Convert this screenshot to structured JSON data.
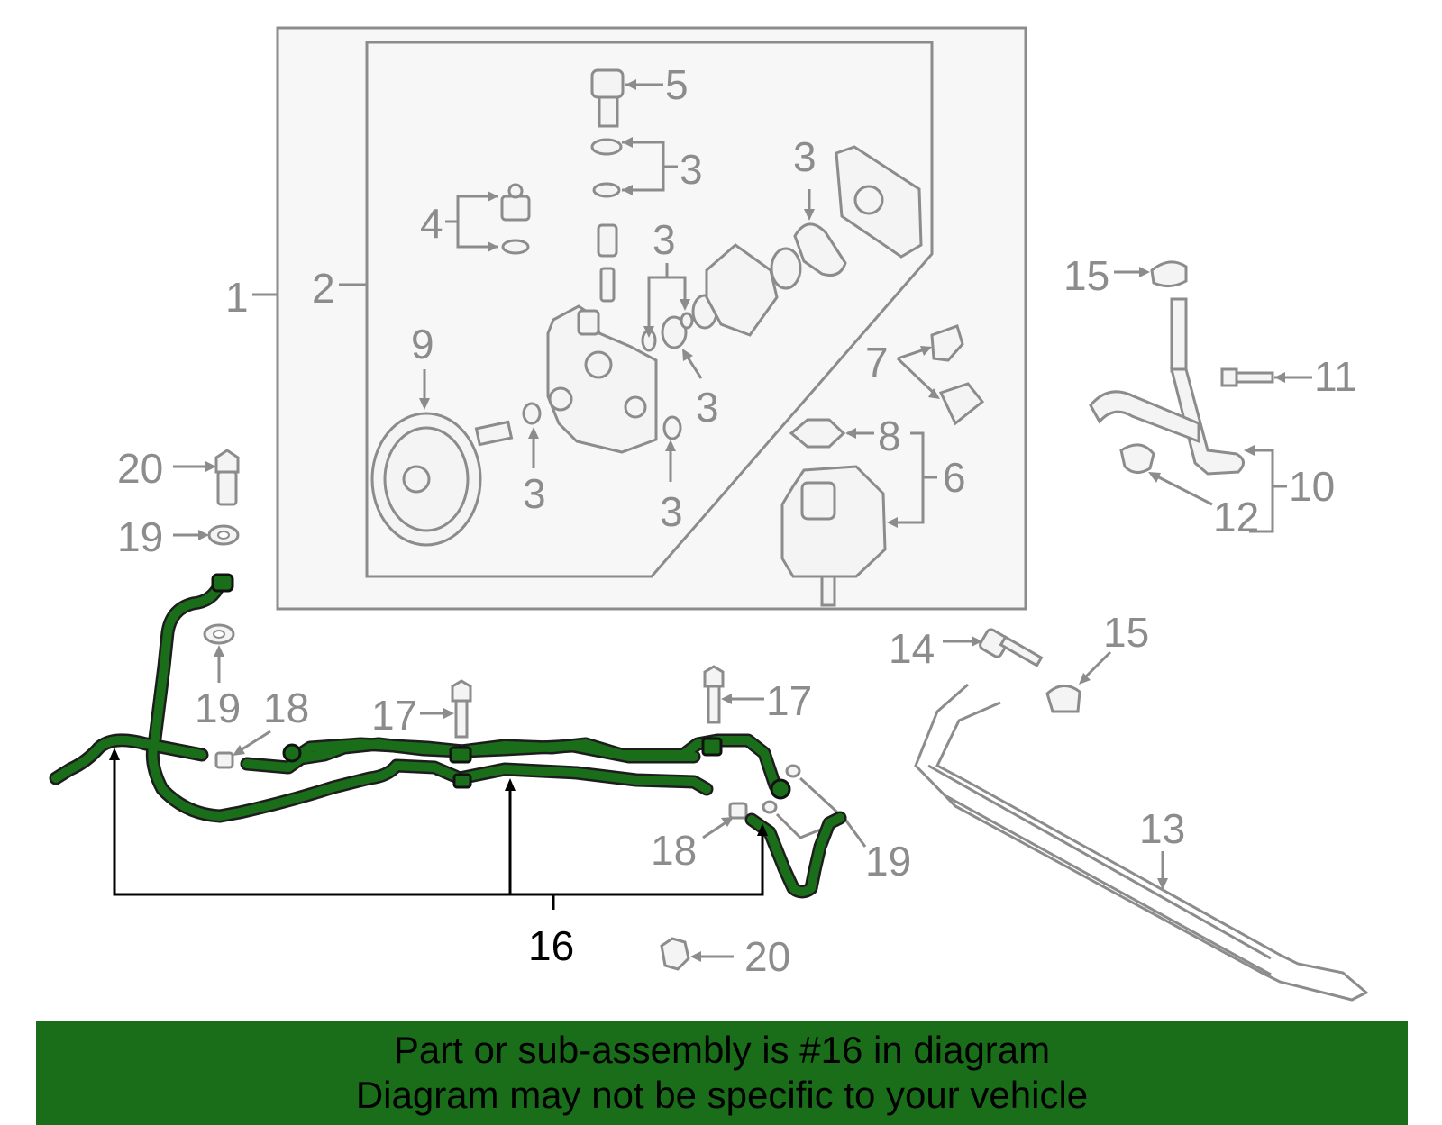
{
  "colors": {
    "line_art": "#8c8c8c",
    "highlight": "#1a6e1a",
    "highlight_outline": "#111111",
    "banner_background": "#1a6e1a",
    "banner_text": "#000000",
    "assembly_box_fill": "#f7f7f7"
  },
  "callouts": {
    "c1": "1",
    "c2": "2",
    "c3": "3",
    "c4": "4",
    "c5": "5",
    "c6": "6",
    "c7": "7",
    "c8": "8",
    "c9": "9",
    "c10": "10",
    "c11": "11",
    "c12": "12",
    "c13": "13",
    "c14": "14",
    "c15": "15",
    "c16": "16",
    "c17": "17",
    "c18": "18",
    "c19": "19",
    "c20": "20"
  },
  "highlighted_part": "16",
  "banner": {
    "line1": "Part or sub-assembly is #16 in diagram",
    "line2": "Diagram may not be specific to your vehicle"
  }
}
